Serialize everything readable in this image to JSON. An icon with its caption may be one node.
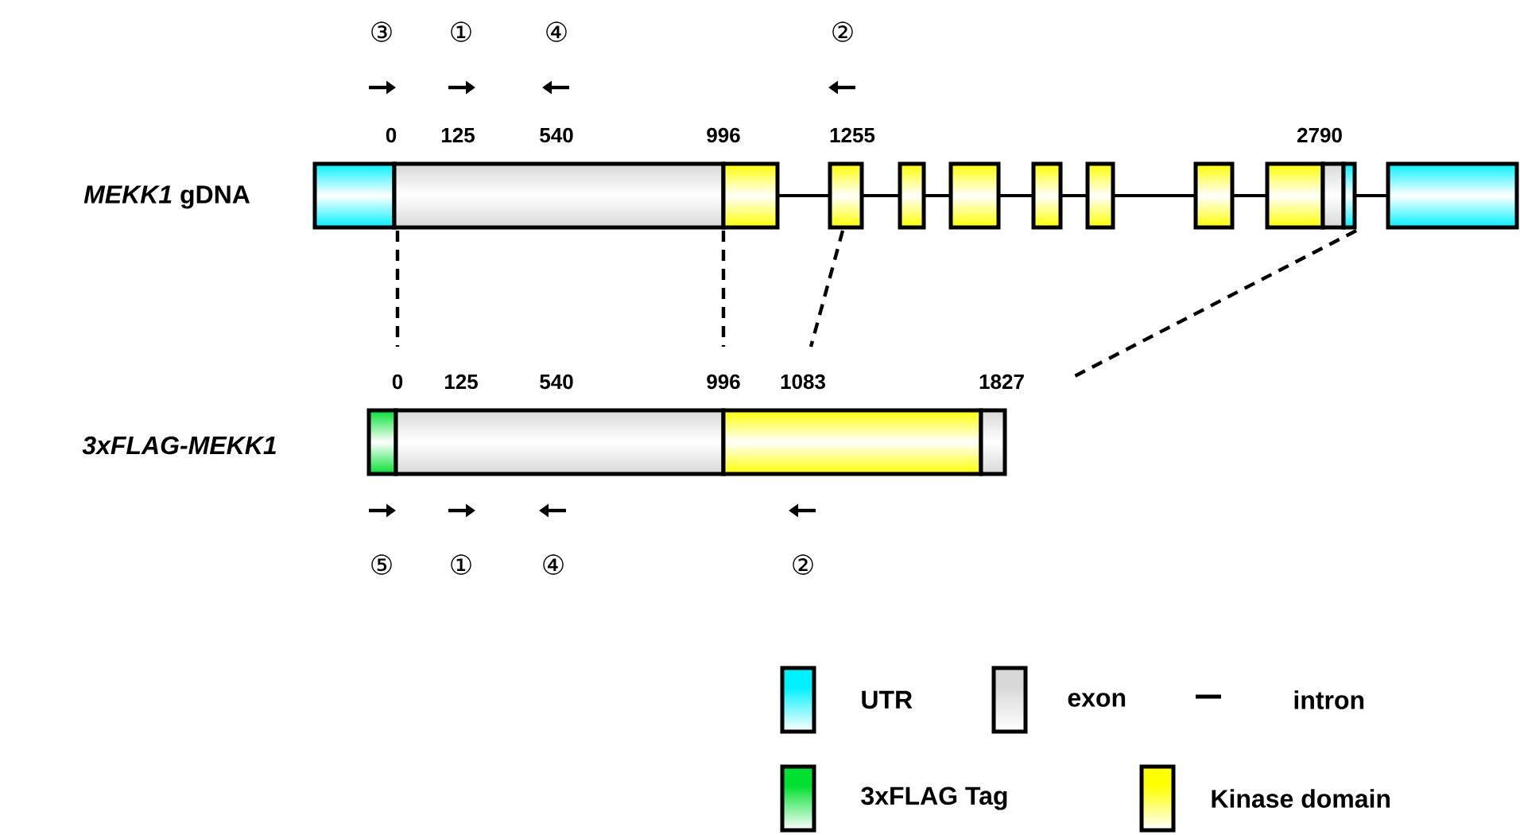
{
  "diagram": {
    "labels": [
      "③",
      "①",
      "④",
      "②",
      "0",
      "125",
      "540",
      "996",
      "1255",
      "2790",
      "*MEKK1* gDNA",
      "0",
      "125",
      "540",
      "996",
      "1083",
      "1827",
      "3xFLAG-MEKK1",
      "⑤",
      "①",
      "④",
      "②"
    ],
    "legend": [
      {
        "text": "UTR",
        "color": "#00f0ff"
      },
      {
        "text": "exon",
        "color": "#d8d8d8"
      },
      {
        "text": "intron"
      },
      {
        "text": "3xFLAG Tag",
        "color": "#00e030"
      },
      {
        "text": "Kinase domain",
        "color": "#ffff00"
      }
    ]
  }
}
